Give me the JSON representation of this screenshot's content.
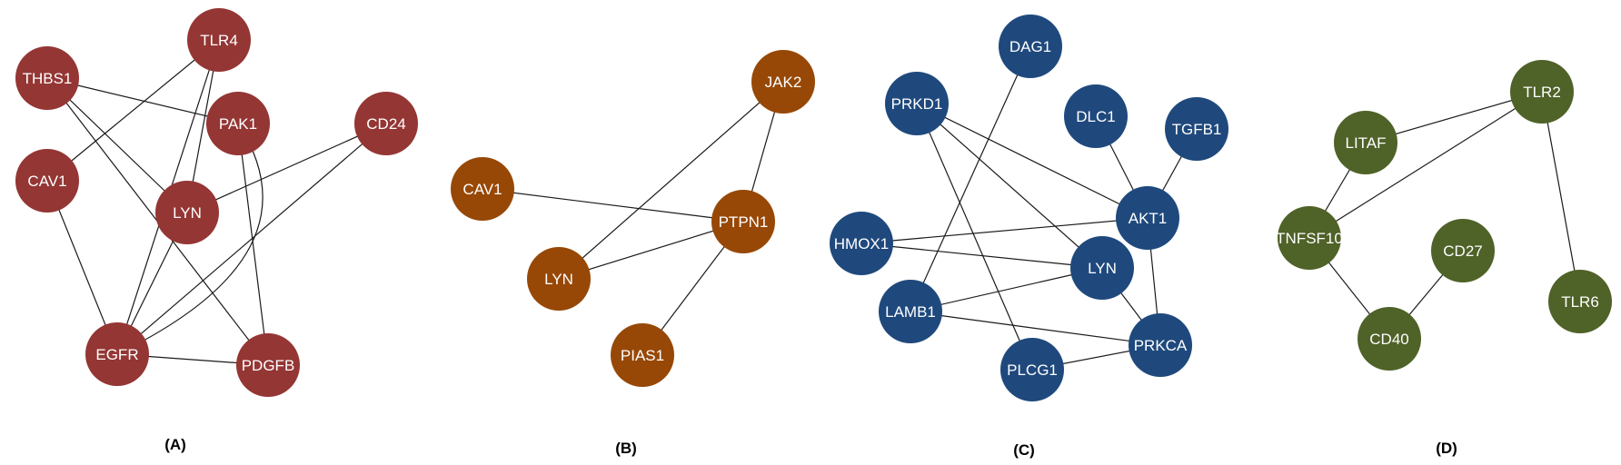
{
  "panels": [
    {
      "label": "(A)",
      "color": "#943634",
      "nodes": [
        "TLR4",
        "THBS1",
        "PAK1",
        "CD24",
        "CAV1",
        "LYN",
        "EGFR",
        "PDGFB"
      ],
      "edges": [
        [
          "THBS1",
          "PAK1"
        ],
        [
          "THBS1",
          "LYN"
        ],
        [
          "THBS1",
          "PDGFB"
        ],
        [
          "TLR4",
          "CAV1"
        ],
        [
          "TLR4",
          "LYN"
        ],
        [
          "TLR4",
          "EGFR"
        ],
        [
          "PAK1",
          "PDGFB"
        ],
        [
          "PAK1",
          "EGFR"
        ],
        [
          "CD24",
          "LYN"
        ],
        [
          "CD24",
          "EGFR"
        ],
        [
          "CAV1",
          "EGFR"
        ],
        [
          "LYN",
          "EGFR"
        ],
        [
          "EGFR",
          "PDGFB"
        ]
      ]
    },
    {
      "label": "(B)",
      "color": "#974806",
      "nodes": [
        "JAK2",
        "CAV1",
        "PTPN1",
        "LYN",
        "PIAS1"
      ],
      "edges": [
        [
          "JAK2",
          "PTPN1"
        ],
        [
          "JAK2",
          "LYN"
        ],
        [
          "CAV1",
          "PTPN1"
        ],
        [
          "LYN",
          "PTPN1"
        ],
        [
          "PIAS1",
          "PTPN1"
        ]
      ]
    },
    {
      "label": "(C)",
      "color": "#1F497D",
      "nodes": [
        "DAG1",
        "PRKD1",
        "DLC1",
        "TGFB1",
        "AKT1",
        "HMOX1",
        "LYN",
        "LAMB1",
        "PRKCA",
        "PLCG1"
      ],
      "edges": [
        [
          "DAG1",
          "LAMB1"
        ],
        [
          "PRKD1",
          "AKT1"
        ],
        [
          "PRKD1",
          "LYN"
        ],
        [
          "PRKD1",
          "PLCG1"
        ],
        [
          "DLC1",
          "AKT1"
        ],
        [
          "TGFB1",
          "AKT1"
        ],
        [
          "HMOX1",
          "AKT1"
        ],
        [
          "HMOX1",
          "LYN"
        ],
        [
          "AKT1",
          "PRKCA"
        ],
        [
          "LAMB1",
          "LYN"
        ],
        [
          "LAMB1",
          "PRKCA"
        ],
        [
          "LYN",
          "PRKCA"
        ],
        [
          "PLCG1",
          "PRKCA"
        ]
      ]
    },
    {
      "label": "(D)",
      "color": "#4F6228",
      "nodes": [
        "TLR2",
        "LITAF",
        "TNFSF10",
        "CD27",
        "TLR6",
        "CD40"
      ],
      "node_display": {
        "TNFSF10": "TNFSF10"
      },
      "edges": [
        [
          "LITAF",
          "TLR2"
        ],
        [
          "TNFSF10",
          "TLR2"
        ],
        [
          "LITAF",
          "TNFSF10"
        ],
        [
          "TLR2",
          "TLR6"
        ],
        [
          "TNFSF10",
          "CD40"
        ],
        [
          "CD27",
          "CD40"
        ]
      ]
    }
  ]
}
